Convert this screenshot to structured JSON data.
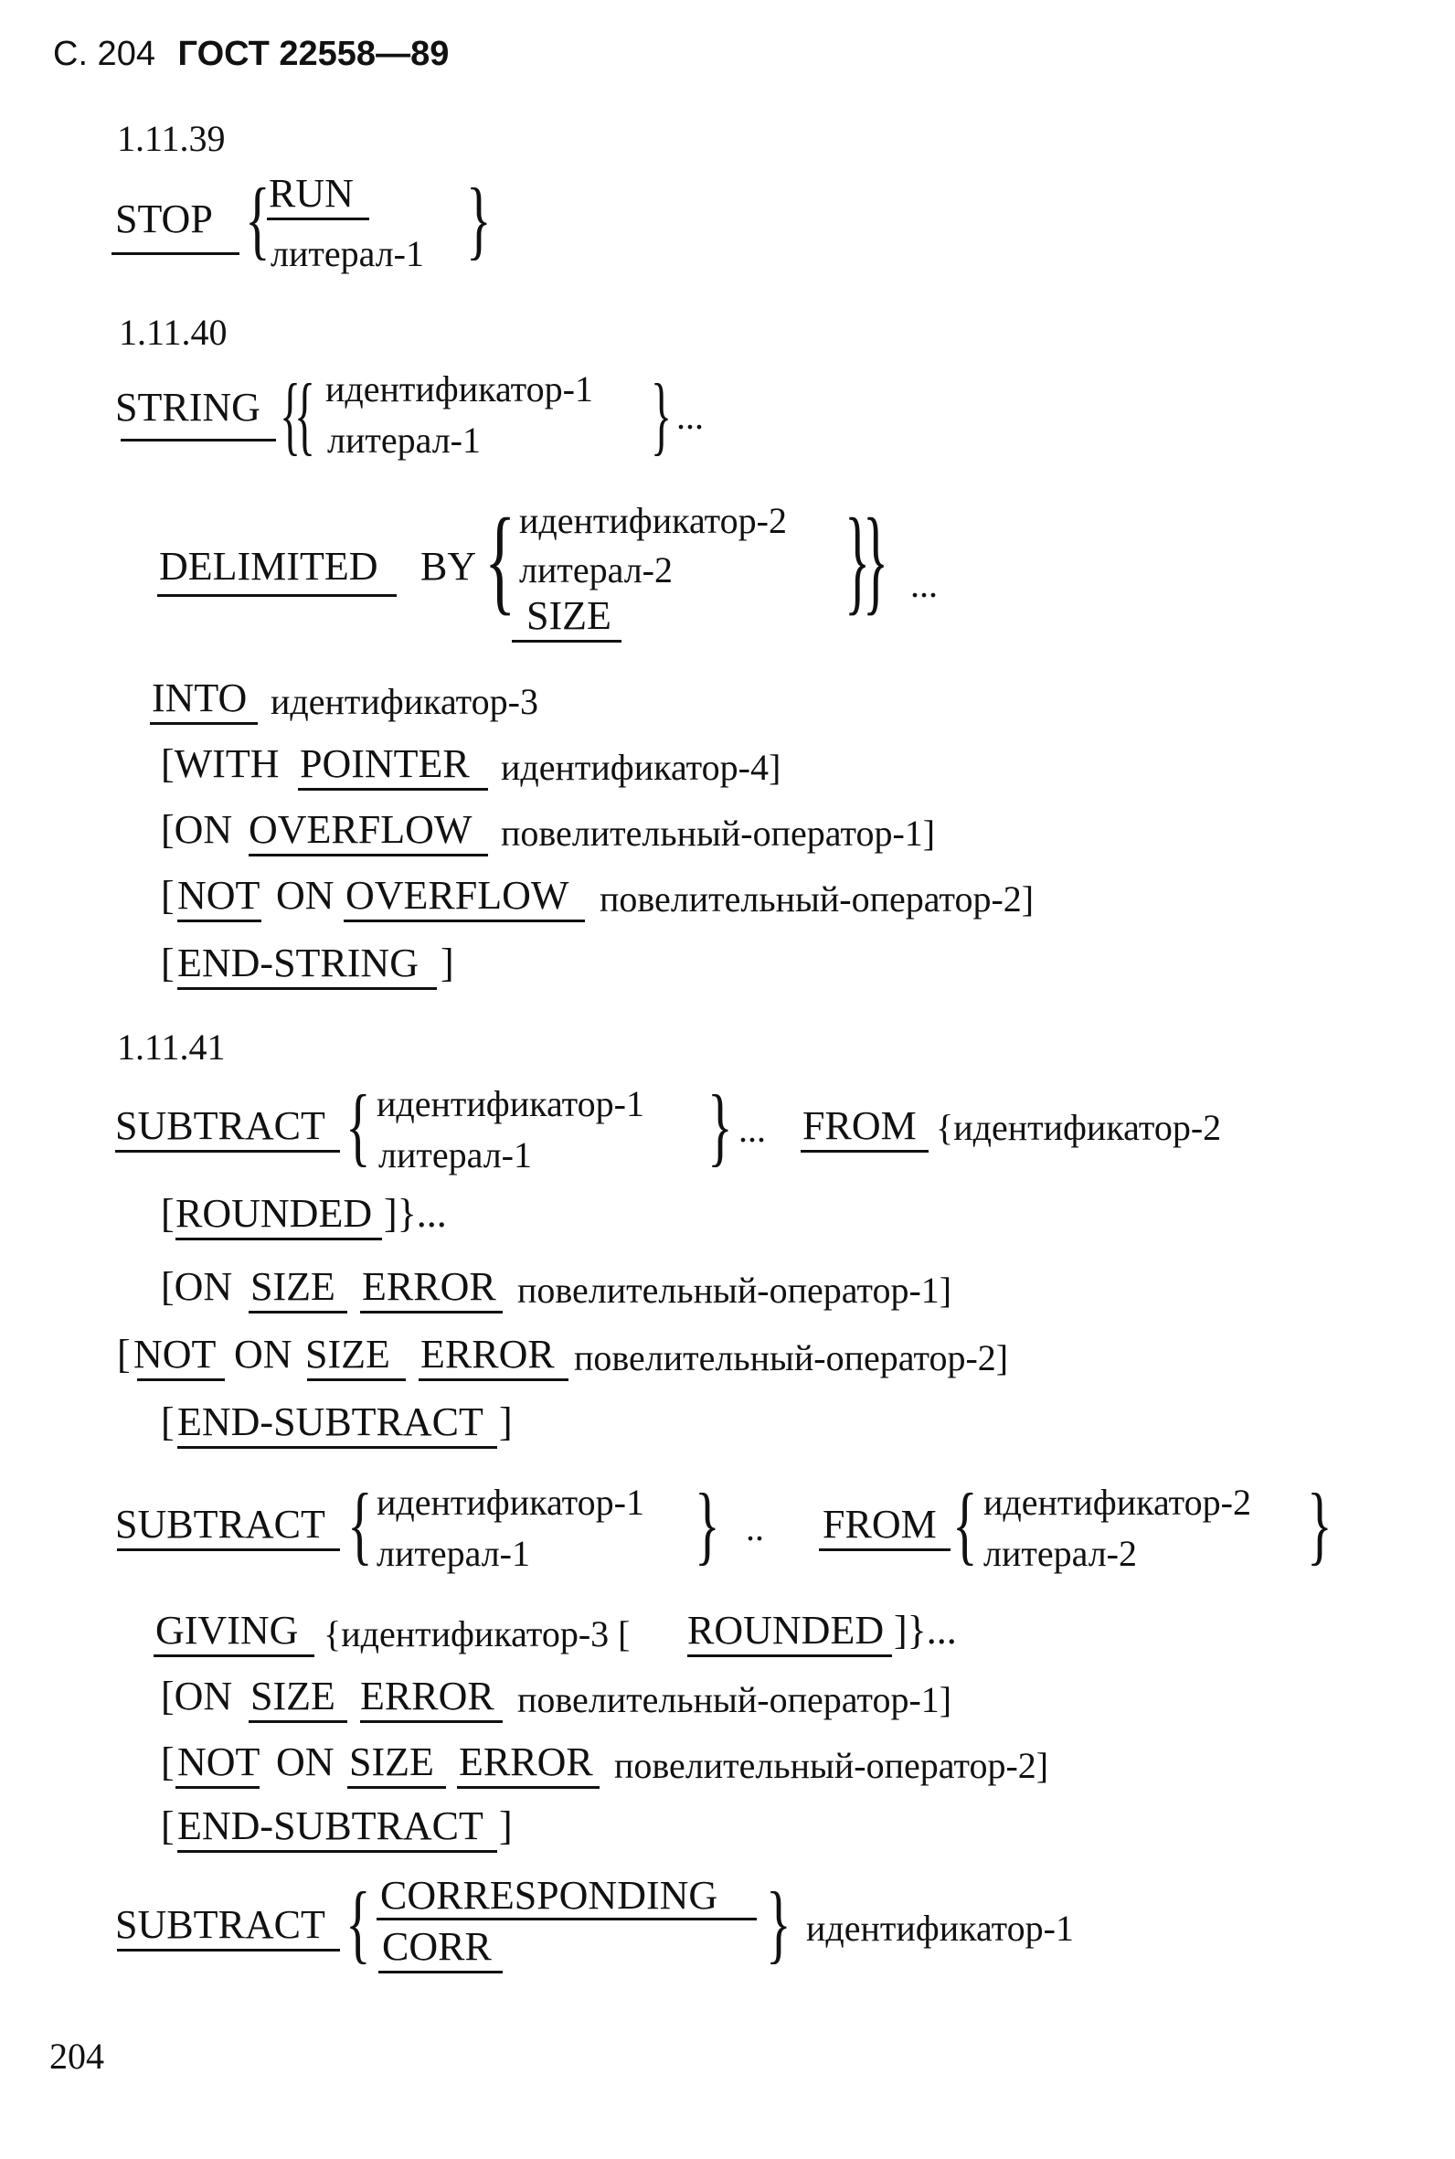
{
  "header": {
    "page_prefix": "С. 204",
    "standard": "ГОСТ 22558—89"
  },
  "s39": {
    "number": "1.11.39",
    "verb": "STOP",
    "opt1": "RUN",
    "opt2": "литерал-1"
  },
  "s40": {
    "number": "1.11.40",
    "verb": "STRING",
    "opt1": "идентификатор-1",
    "opt2": "литерал-1",
    "ellipsis1": "...",
    "delimited": "DELIMITED",
    "by": "BY",
    "d1": "идентификатор-2",
    "d2": "литерал-2",
    "d3": "SIZE",
    "ellipsis2": "...",
    "into_kw": "INTO",
    "into_arg": "идентификатор-3",
    "with_open": "[WITH",
    "pointer": "POINTER",
    "pointer_arg": "идентификатор-4]",
    "on_open": "[ON",
    "overflow": "OVERFLOW",
    "on_arg": "повелительный-оператор-1]",
    "not_open": "[",
    "not_kw": "NOT",
    "not_on": "ON",
    "not_overflow": "OVERFLOW",
    "not_arg": "повелительный-оператор-2]",
    "end_open": "[",
    "end_kw": "END-STRING",
    "end_close": "]"
  },
  "s41": {
    "number": "1.11.41",
    "a_verb": "SUBTRACT",
    "a_opt1": "идентификатор-1",
    "a_opt2": "литерал-1",
    "a_ellipsis": "...",
    "a_from": "FROM",
    "a_target": "{идентификатор-2",
    "a_rounded_open": "[",
    "a_rounded": "ROUNDED",
    "a_rounded_close": "]}...",
    "a_on_open": "[ON",
    "a_size": "SIZE",
    "a_error": "ERROR",
    "a_on_arg": "повелительный-оператор-1]",
    "a_not_open": "[",
    "a_not": "NOT",
    "a_not_on": "ON",
    "a_not_size": "SIZE",
    "a_not_error": "ERROR",
    "a_not_arg": "повелительный-оператор-2]",
    "a_end_open": "[",
    "a_end": "END-SUBTRACT",
    "a_end_close": "]",
    "b_verb": "SUBTRACT",
    "b_opt1": "идентификатор-1",
    "b_opt2": "литерал-1",
    "b_ellipsis": "..",
    "b_from": "FROM",
    "b_t1": "идентификатор-2",
    "b_t2": "литерал-2",
    "b_giving": "GIVING",
    "b_giving_arg": "{идентификатор-3 [",
    "b_rounded": "ROUNDED",
    "b_rounded_close": "]}...",
    "b_on_open": "[ON",
    "b_size": "SIZE",
    "b_error": "ERROR",
    "b_on_arg": "повелительный-оператор-1]",
    "b_not_open": "[",
    "b_not": "NOT",
    "b_not_on": "ON",
    "b_not_size": "SIZE",
    "b_not_error": "ERROR",
    "b_not_arg": "повелительный-оператор-2]",
    "b_end_open": "[",
    "b_end": "END-SUBTRACT",
    "b_end_close": "]",
    "c_verb": "SUBTRACT",
    "c_opt1": "CORRESPONDING",
    "c_opt2": "CORR",
    "c_arg": "идентификатор-1"
  },
  "footer": {
    "page_number": "204"
  }
}
